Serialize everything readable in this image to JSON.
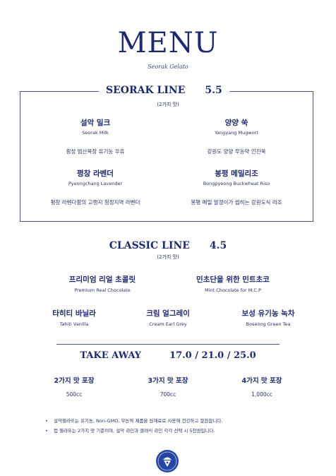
{
  "header": {
    "title": "MENU",
    "brand": "Seorak Gelato"
  },
  "seorak_line": {
    "title": "SEORAK LINE",
    "price": "5.5",
    "subtitle": "(2가지 맛)",
    "items": [
      {
        "ko": "설악 밀크",
        "en": "Seorak Milk",
        "desc": "횡성 범산목장 유기농 우유"
      },
      {
        "ko": "양양 쑥",
        "en": "Yangyang Mugwort",
        "desc": "강원도 양양 무농약 인진쑥"
      },
      {
        "ko": "평창 라벤더",
        "en": "Pyeongchang Lavender",
        "desc": "평창 라벤다팜의 고랭지 청정지역 라벤더"
      },
      {
        "ko": "봉평 메밀리조",
        "en": "Bongpyeong Buckwheat Riso",
        "desc": "봉평 메밀 알갱이가 씹히는 강원도식 리조"
      }
    ]
  },
  "classic_line": {
    "title": "CLASSIC LINE",
    "price": "4.5",
    "subtitle": "(2가지 맛)",
    "items": [
      {
        "ko": "프리미엄 리얼 초콜릿",
        "en": "Premium Real Chocolate"
      },
      {
        "ko": "민초단을 위한 민트초코",
        "en": "Mint Chocolate for M.C.P"
      },
      {
        "ko": "타히티 바닐라",
        "en": "Tahiti Vanilla"
      },
      {
        "ko": "크림 얼그레이",
        "en": "Cream Earl Grey"
      },
      {
        "ko": "보성 유기농 녹차",
        "en": "Boseong Green Tea"
      }
    ]
  },
  "take_away": {
    "title": "TAKE AWAY",
    "prices": "17.0 / 21.0 / 25.0",
    "options": [
      {
        "label": "2가지 맛 포장",
        "volume": "500cc"
      },
      {
        "label": "3가지 맛 포장",
        "volume": "700cc"
      },
      {
        "label": "4가지 맛 포장",
        "volume": "1,000cc"
      }
    ]
  },
  "notes": [
    "설악젤라또는 유기농, Non-GMO, 무농약 제품을 원재료로 사용해 건강하고 깔끔합니다.",
    "컵 젤라또는 2가지 맛 기준이며, 설악 라인과 클래식 라인 각각 선택 시 5천원입니다."
  ],
  "bullet": "•",
  "colors": {
    "navy": "#1f2a6e",
    "logo_blue": "#2447a6"
  },
  "icons": {
    "logo": "seorak-gelato-logo-icon"
  }
}
